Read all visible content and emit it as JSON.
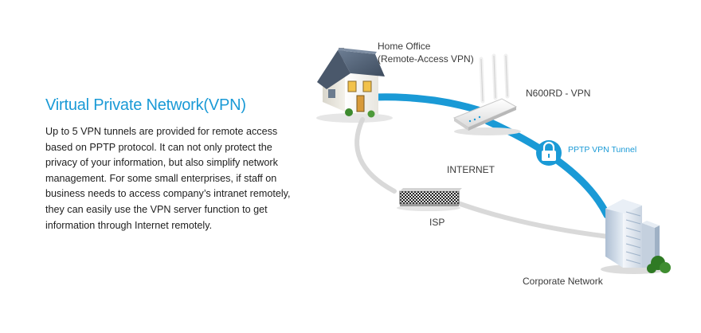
{
  "section": {
    "title": "Virtual Private Network(VPN)",
    "description": "Up to 5 VPN tunnels are provided for remote access based on PPTP protocol. It can not only protect the privacy of your information, but also simplify network management. For some small enterprises, if staff on business needs to access company’s intranet remotely, they can easily use the VPN server function to get information through Internet remotely."
  },
  "diagram": {
    "home_office": {
      "line1": "Home Office",
      "line2": "(Remote-Access VPN)"
    },
    "router_label": "N600RD - VPN",
    "tunnel_label": "PPTP VPN Tunnel",
    "internet_label": "INTERNET",
    "isp_label": "ISP",
    "corporate_label": "Corporate Network",
    "colors": {
      "tunnel": "#1a9ad6",
      "internet_path": "#d9d9d9",
      "heading": "#1a9ad6",
      "roof": "#4f5f73",
      "lock_icon": "#1a9ad6"
    },
    "icons": [
      "house-icon",
      "router-icon",
      "lock-icon",
      "isp-device-icon",
      "office-building-icon"
    ]
  }
}
